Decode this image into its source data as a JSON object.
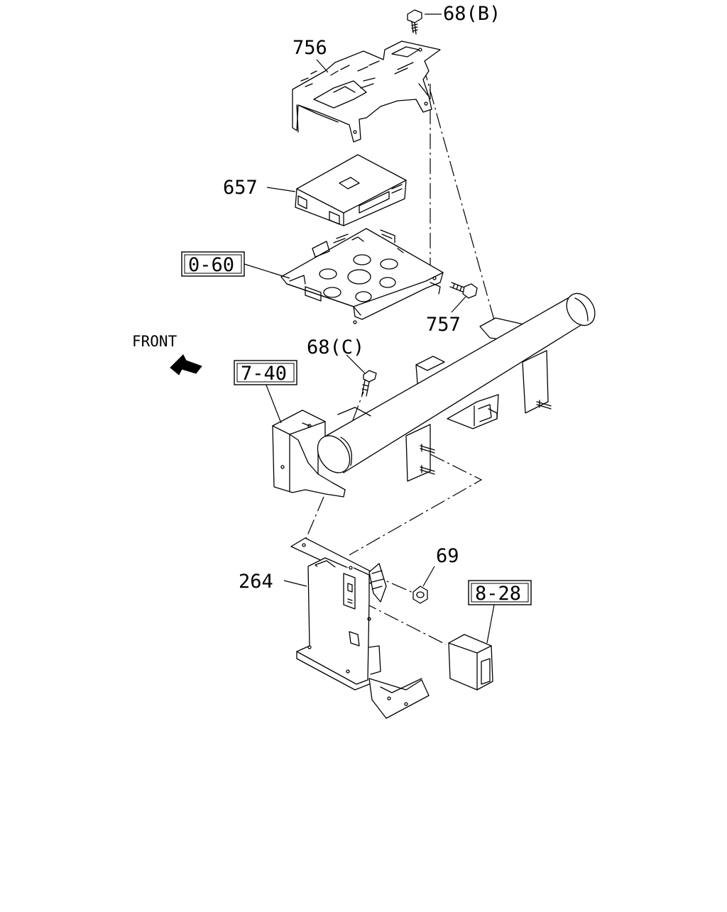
{
  "labels": {
    "p68b": "68(B)",
    "p756": "756",
    "p657": "657",
    "ref060": "0-60",
    "p757": "757",
    "front": "FRONT",
    "p68c": "68(C)",
    "ref740": "7-40",
    "p69": "69",
    "p264": "264",
    "ref828": "8-28"
  },
  "icons": {
    "front_arrow": "front-arrow-icon"
  },
  "colors": {
    "line": "#000000",
    "background": "#ffffff"
  }
}
